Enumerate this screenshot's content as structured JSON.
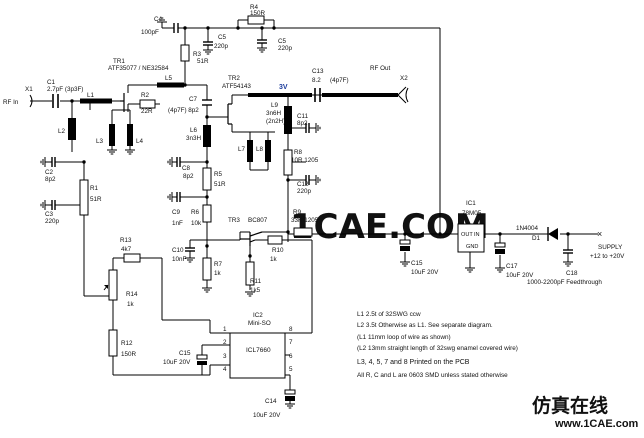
{
  "components": {
    "x1": {
      "ref": "X1",
      "label": "RF In"
    },
    "x2": {
      "ref": "X2",
      "label": "RF Out"
    },
    "c1": {
      "ref": "C1",
      "value": "2.7pF (3p3F)"
    },
    "l1": {
      "ref": "L1"
    },
    "l2": {
      "ref": "L2"
    },
    "l3": {
      "ref": "L3"
    },
    "l4": {
      "ref": "L4"
    },
    "c2": {
      "ref": "C2",
      "value": "8p2"
    },
    "c3": {
      "ref": "C3",
      "value": "220p"
    },
    "r1": {
      "ref": "R1",
      "value": "51R"
    },
    "tr1": {
      "ref": "TR1",
      "value": "ATF35077 / NE32584"
    },
    "r2": {
      "ref": "R2",
      "value": "22R"
    },
    "c4": {
      "ref": "C4",
      "value": "100pF"
    },
    "r3": {
      "ref": "R3",
      "value": "51R"
    },
    "r4": {
      "ref": "R4",
      "value": "150R"
    },
    "c5a": {
      "ref": "C5",
      "value": "220p"
    },
    "c5b": {
      "ref": "C5",
      "value": "220p"
    },
    "l5": {
      "ref": "L5"
    },
    "c7": {
      "ref": "C7",
      "value": "(4p7F) 8p2"
    },
    "l6": {
      "ref": "L6",
      "value": "3n3H"
    },
    "c8": {
      "ref": "C8",
      "value": "8p2"
    },
    "r5": {
      "ref": "R5",
      "value": "51R"
    },
    "c9": {
      "ref": "C9",
      "value": "1nF"
    },
    "r6": {
      "ref": "R6",
      "value": "10k"
    },
    "tr2": {
      "ref": "TR2",
      "value": "ATF54143"
    },
    "v3": {
      "text": "3V"
    },
    "c13": {
      "ref": "C13",
      "value": "8.2",
      "alt": "(4p7F)"
    },
    "l9": {
      "ref": "L9",
      "value": "3n6H",
      "alt": "(2n2H)"
    },
    "c11": {
      "ref": "C11",
      "value": "8p2"
    },
    "l7": {
      "ref": "L7"
    },
    "l8": {
      "ref": "L8"
    },
    "r8": {
      "ref": "R8",
      "value": "10R 1205"
    },
    "c12": {
      "ref": "C12",
      "value": "220p"
    },
    "tr3": {
      "ref": "TR3",
      "value": "BC807"
    },
    "r9": {
      "ref": "R9",
      "value": "33R 1205"
    },
    "c10": {
      "ref": "C10",
      "value": "10nF"
    },
    "r7": {
      "ref": "R7",
      "value": "1k"
    },
    "r10": {
      "ref": "R10",
      "value": "1k"
    },
    "r11": {
      "ref": "R11",
      "value": "1k5"
    },
    "r13": {
      "ref": "R13",
      "value": "4k7"
    },
    "r14": {
      "ref": "R14",
      "value": "1k"
    },
    "r12": {
      "ref": "R12",
      "value": "150R"
    },
    "ic1": {
      "ref": "IC1",
      "value": "78M05",
      "pin_out": "OUT",
      "pin_in": "IN",
      "pin_gnd": "GND"
    },
    "c15a": {
      "ref": "C15",
      "value": "10uF 20V"
    },
    "c17": {
      "ref": "C17",
      "value": "10uF 20V"
    },
    "d1": {
      "ref": "D1",
      "value": "1N4004"
    },
    "c18": {
      "ref": "C18",
      "value": "1000-2200pF Feedthrough"
    },
    "supply": {
      "label": "SUPPLY",
      "range": "+12 to +20V"
    },
    "ic2": {
      "ref": "IC2",
      "pkg": "Mini-SO",
      "value": "ICL7660",
      "pins": [
        "1",
        "2",
        "3",
        "4",
        "5",
        "6",
        "7",
        "8"
      ]
    },
    "c15b": {
      "ref": "C15",
      "value": "10uF 20V"
    },
    "c14": {
      "ref": "C14",
      "value": "10uF 20V"
    }
  },
  "notes": [
    "L1 2.5t of 32SWG ccw",
    "L2 3.5t Otherwise as L1. See separate diagram.",
    "(L1 11mm loop of wire as shown)",
    "(L2 13mm straight length of 32swg enamel covered wire)",
    "L3, 4, 5, 7 and 8 Printed on the PCB",
    "All R, C and L are 0603 SMD unless stated otherwise"
  ],
  "watermark": {
    "center": "1CAE.COM",
    "brand_cn": "仿真在线",
    "brand_url": "www.1CAE.com"
  }
}
